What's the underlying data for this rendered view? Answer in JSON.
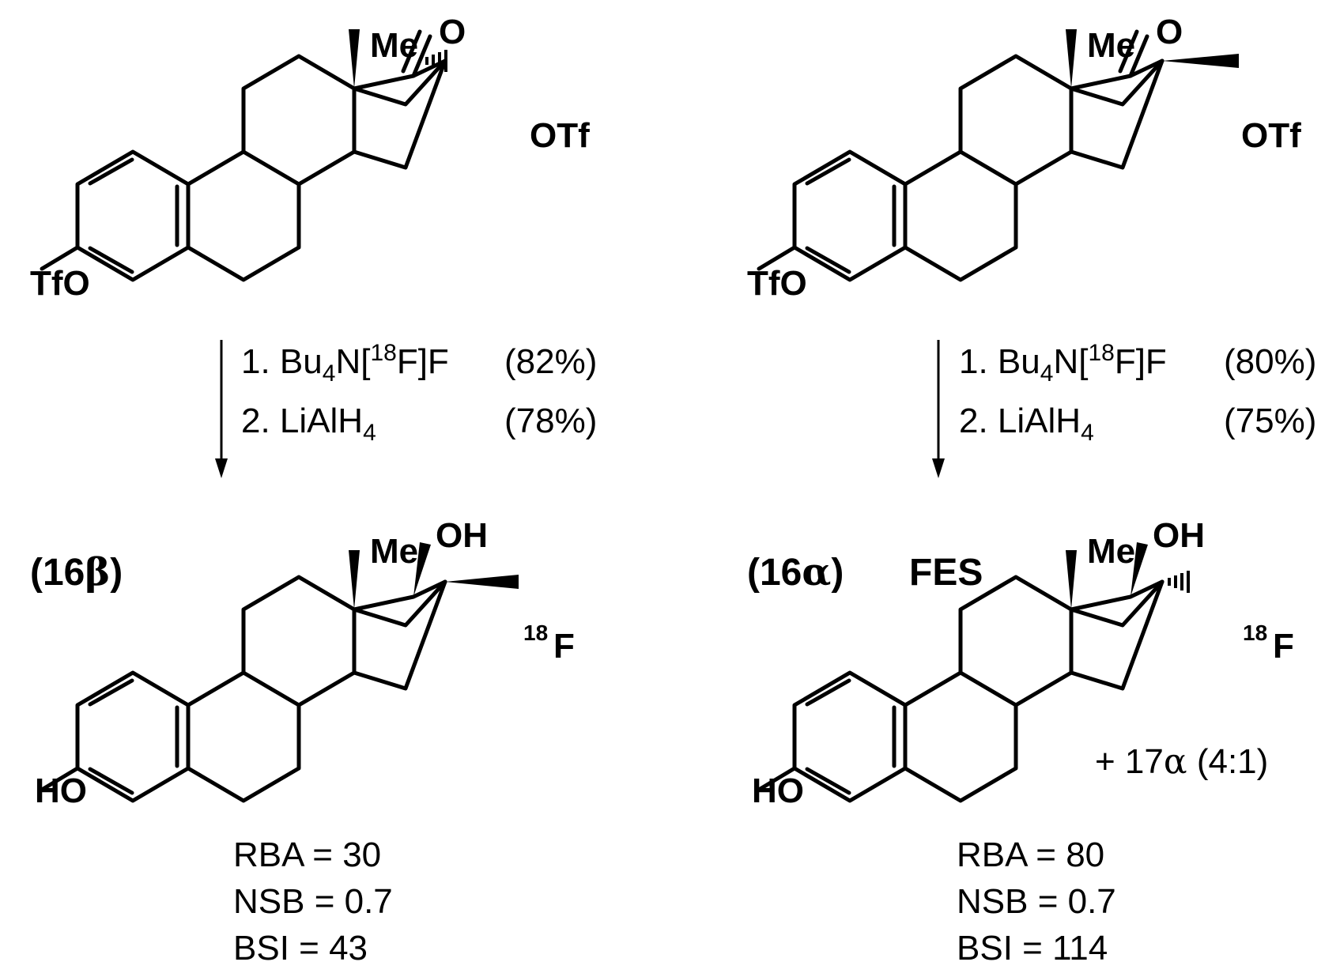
{
  "atoms": {
    "me": "Me",
    "o": "O",
    "otf": "OTf",
    "tfo": "TfO",
    "oh": "OH",
    "ho": "HO",
    "f": "F",
    "f_mass": "18"
  },
  "reaction_left": {
    "step1_prefix": "1. Bu",
    "step1_sub": "4",
    "step1_mid": "N[",
    "step1_sup": "18",
    "step1_suffix": "F]F",
    "step1_yield": "(82%)",
    "step2_prefix": "2. LiAlH",
    "step2_sub": "4",
    "step2_yield": "(78%)"
  },
  "reaction_right": {
    "step1_prefix": "1. Bu",
    "step1_sub": "4",
    "step1_mid": "N[",
    "step1_sup": "18",
    "step1_suffix": "F]F",
    "step1_yield": "(80%)",
    "step2_prefix": "2. LiAlH",
    "step2_sub": "4",
    "step2_yield": "(75%)"
  },
  "product_left": {
    "label_open": "(16",
    "label_greek": "β",
    "label_close": ")",
    "rba": "RBA = 30",
    "nsb": "NSB  =  0.7",
    "bsi": "BSI =  43"
  },
  "product_right": {
    "label_open": "(16",
    "label_greek": "α",
    "label_close": ")",
    "name": "FES",
    "note_prefix": "+ 17",
    "note_greek": "α",
    "note_suffix": " (4:1)",
    "rba": "RBA = 80",
    "nsb": "NSB  =  0.7",
    "bsi": "BSI = 114"
  }
}
